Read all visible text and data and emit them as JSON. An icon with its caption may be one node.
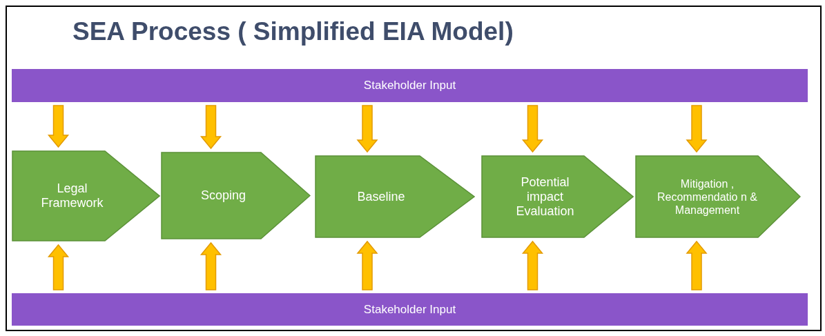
{
  "diagram": {
    "title": "SEA Process ( Simplified EIA Model)",
    "nodes": [
      {
        "text": [
          "Stakeholder Input"
        ]
      },
      {
        "text": [
          "Legal Framework"
        ]
      },
      {
        "text": [
          "Scoping"
        ]
      },
      {
        "text": [
          "Baseline"
        ]
      },
      {
        "text": [
          "Potential impact Evaluation"
        ]
      },
      {
        "text": [
          "Mitigation , Recommendatio n & Management"
        ]
      },
      {
        "text": [
          "Stakeholder Input"
        ]
      }
    ],
    "edges": [
      {
        "from": 0,
        "to": 1,
        "arrow": "to"
      },
      {
        "from": 0,
        "to": 2,
        "arrow": "to"
      },
      {
        "from": 0,
        "to": 3,
        "arrow": "to"
      },
      {
        "from": 0,
        "to": 4,
        "arrow": "to"
      },
      {
        "from": 0,
        "to": 5,
        "arrow": "to"
      },
      {
        "from": 6,
        "to": 1,
        "arrow": "to"
      },
      {
        "from": 6,
        "to": 2,
        "arrow": "to"
      },
      {
        "from": 6,
        "to": 3,
        "arrow": "to"
      },
      {
        "from": 6,
        "to": 4,
        "arrow": "to"
      },
      {
        "from": 6,
        "to": 5,
        "arrow": "to"
      }
    ]
  }
}
